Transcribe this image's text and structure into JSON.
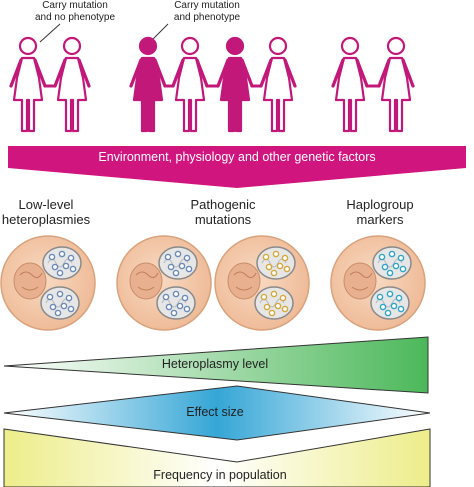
{
  "annotations": {
    "no_phenotype": [
      "Carry mutation",
      "and no phenotype"
    ],
    "phenotype": [
      "Carry mutation",
      "and phenotype"
    ]
  },
  "banner": {
    "text": "Environment, physiology and other genetic factors",
    "color": "#d1157f"
  },
  "categories": {
    "low_level": [
      "Low-level",
      "heteroplasmies"
    ],
    "pathogenic": [
      "Pathogenic",
      "mutations"
    ],
    "haplogroup": [
      "Haplogroup",
      "markers"
    ]
  },
  "gradients": {
    "heteroplasmy": {
      "label": "Heteroplasmy level",
      "color": "#4cb85a"
    },
    "effect_size": {
      "label": "Effect size",
      "color": "#35a6d6"
    },
    "frequency": {
      "label": "Frequency in population",
      "color": "#eded8a"
    }
  },
  "colors": {
    "person_outline": "#c2187a",
    "person_filled": "#c2187a",
    "cell": "#f4c9a8",
    "mito_dots_generic": "#6a8ab5",
    "mito_dots_pathogenic": "#d4a93a",
    "mito_dots_haplogroup": "#2fa4c4"
  }
}
